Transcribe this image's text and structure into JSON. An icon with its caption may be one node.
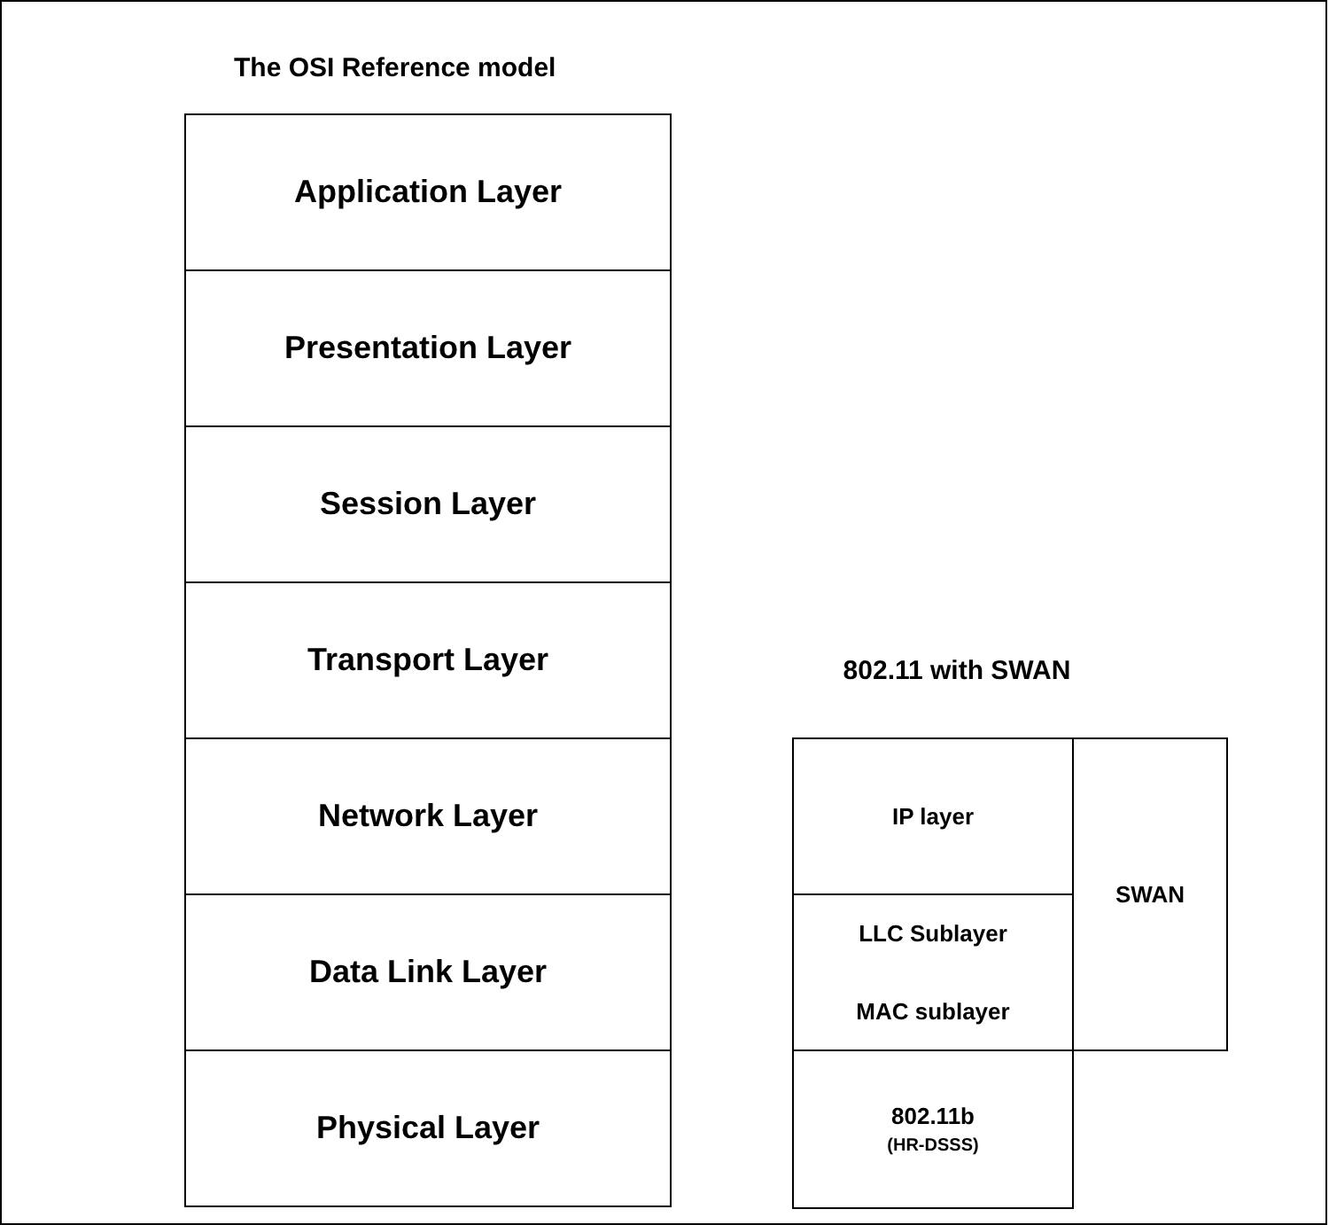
{
  "diagram": {
    "nodes": [
      {
        "text": [
          "The OSI Reference model"
        ]
      },
      {
        "text": [
          "Application Layer"
        ],
        "in": 0
      },
      {
        "text": [
          "Presentation Layer"
        ],
        "in": 0
      },
      {
        "text": [
          "Session Layer"
        ],
        "in": 0
      },
      {
        "text": [
          "Transport Layer"
        ],
        "in": 0
      },
      {
        "text": [
          "Network Layer"
        ],
        "in": 0
      },
      {
        "text": [
          "Data Link Layer"
        ],
        "in": 0
      },
      {
        "text": [
          "Physical Layer"
        ],
        "in": 0
      },
      {
        "text": [
          "802.11 with SWAN"
        ]
      },
      {
        "text": [
          "IP layer"
        ],
        "in": 8
      },
      {
        "text": [
          "LLC Sublayer"
        ],
        "in": 8
      },
      {
        "text": [
          "MAC sublayer"
        ],
        "in": 8
      },
      {
        "text": [
          "802.11b",
          "(HR-DSSS)"
        ],
        "in": 8
      },
      {
        "text": [
          "SWAN"
        ],
        "in": 8
      }
    ],
    "edges": []
  }
}
